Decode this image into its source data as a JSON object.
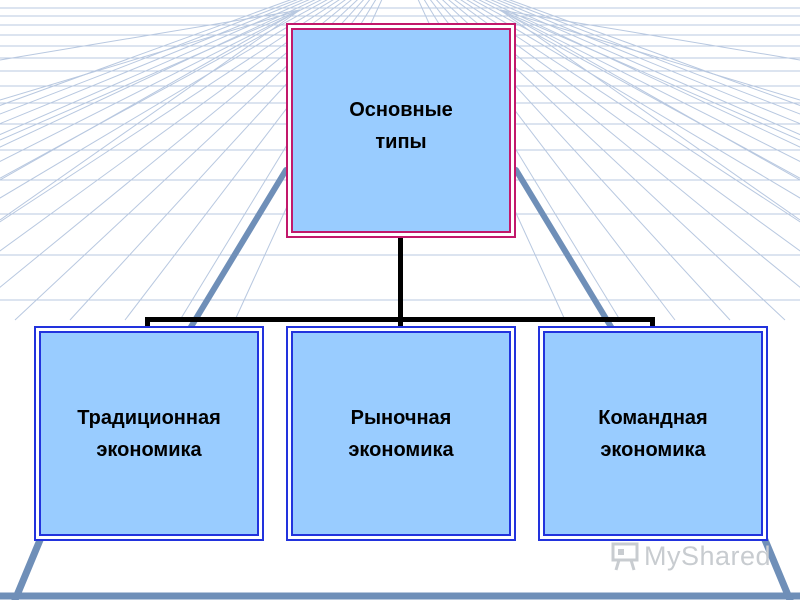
{
  "diagram": {
    "root": {
      "label": "Основные\nтипы"
    },
    "children": [
      {
        "label": "Традиционная\nэкономика"
      },
      {
        "label": "Рыночная\nэкономика"
      },
      {
        "label": "Командная\nэкономика"
      }
    ]
  },
  "watermark": {
    "text": "MyShared"
  },
  "colors": {
    "box_fill": "#99ccff",
    "root_border": "#c2186b",
    "child_border": "#2233dd",
    "connector": "#000000",
    "background_grid": "#b8c8e0",
    "background_rails": "#6f8fb8"
  }
}
